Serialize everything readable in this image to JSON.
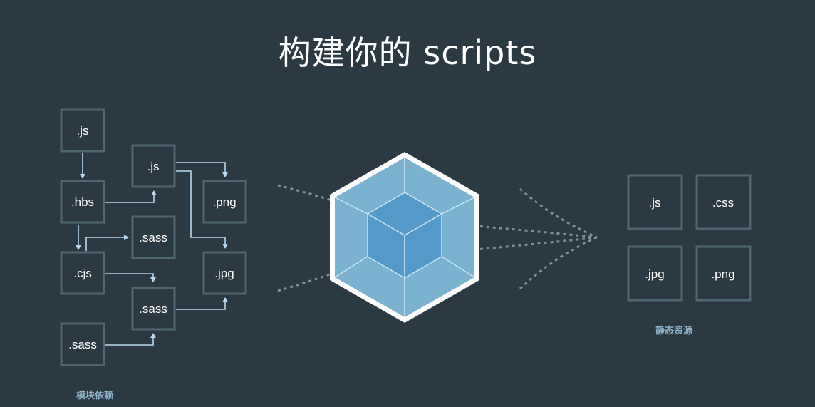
{
  "title": "构建你的 scripts",
  "left_caption": "模块依赖",
  "right_caption": "静态资源",
  "colors": {
    "background": "#2b3a42",
    "box_stroke": "#4f6673",
    "arrow": "#b7d8ee",
    "cube_light": "#7bb2cf",
    "cube_dark": "#5499c7",
    "caption": "#8fb2c9"
  },
  "modules": [
    {
      "id": "m1",
      "label": ".js"
    },
    {
      "id": "m2",
      "label": ".hbs"
    },
    {
      "id": "m3",
      "label": ".cjs"
    },
    {
      "id": "m4",
      "label": ".sass"
    },
    {
      "id": "m5",
      "label": ".js"
    },
    {
      "id": "m6",
      "label": ".sass"
    },
    {
      "id": "m7",
      "label": ".sass"
    },
    {
      "id": "m8",
      "label": ".png"
    },
    {
      "id": "m9",
      "label": ".jpg"
    }
  ],
  "assets": [
    {
      "id": "a1",
      "label": ".js"
    },
    {
      "id": "a2",
      "label": ".css"
    },
    {
      "id": "a3",
      "label": ".jpg"
    },
    {
      "id": "a4",
      "label": ".png"
    }
  ],
  "center_icon": "webpack-cube-icon"
}
